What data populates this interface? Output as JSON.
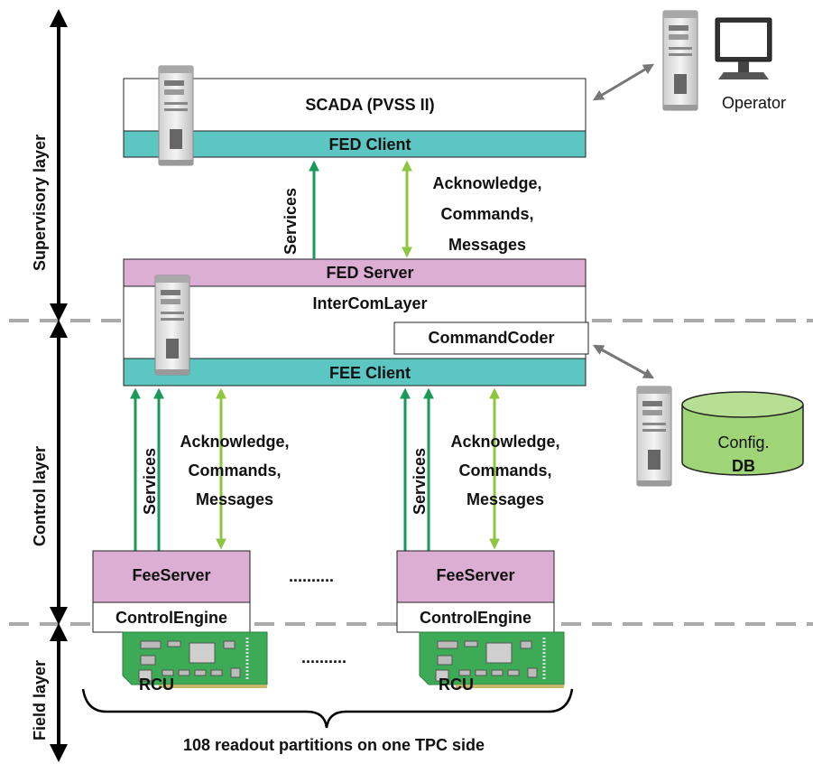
{
  "layers": {
    "supervisory": "Supervisory layer",
    "control": "Control layer",
    "field": "Field layer"
  },
  "supervisory": {
    "scada": "SCADA (PVSS II)",
    "fed_client": "FED Client",
    "operator": "Operator"
  },
  "links": {
    "services": "Services",
    "ack_line1": "Acknowledge,",
    "ack_line2": "Commands,",
    "ack_line3": "Messages"
  },
  "control": {
    "fed_server": "FED Server",
    "intercom": "InterComLayer",
    "command_coder": "CommandCoder",
    "fee_client": "FEE Client"
  },
  "database": {
    "line1": "Config.",
    "line2": "DB"
  },
  "field": {
    "feeserver": "FeeServer",
    "control_engine": "ControlEngine",
    "rcu": "RCU",
    "dots": "..........",
    "partitions": "108 readout partitions on one TPC side"
  },
  "colors": {
    "fed_client_fill": "#5cc6c2",
    "fed_server_fill": "#dcaed3",
    "services_arrow": "#1a9a5a",
    "ack_arrow": "#8dc63f",
    "db_fill": "#9fd477",
    "board_fill": "#3daa55"
  }
}
